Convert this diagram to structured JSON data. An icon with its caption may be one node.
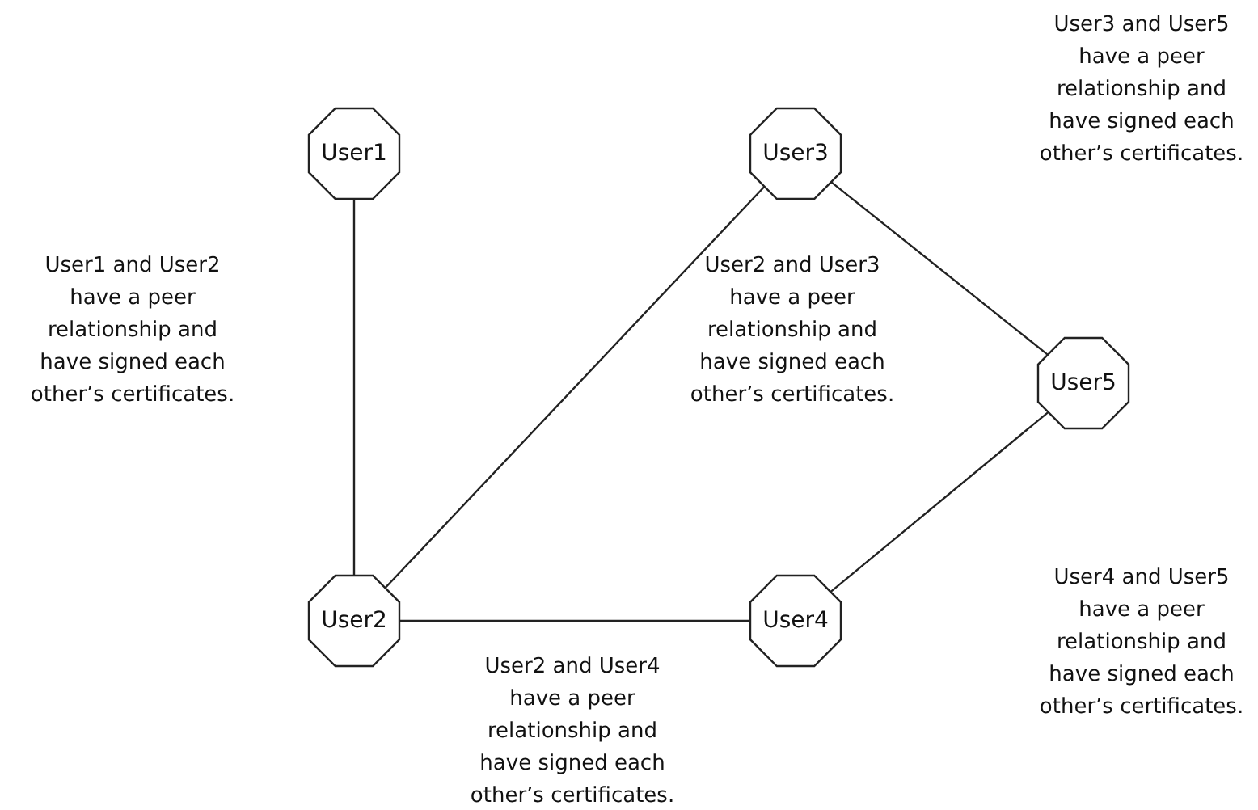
{
  "diagram": {
    "nodes": [
      {
        "text": [
          "User1"
        ]
      },
      {
        "text": [
          "User3"
        ]
      },
      {
        "text": [
          "User5"
        ]
      },
      {
        "text": [
          "User2"
        ]
      },
      {
        "text": [
          "User4"
        ]
      }
    ],
    "edges": [
      {
        "from": 0,
        "to": 3,
        "arrow": "none"
      },
      {
        "from": 3,
        "to": 1,
        "arrow": "none"
      },
      {
        "from": 1,
        "to": 2,
        "arrow": "none"
      },
      {
        "from": 3,
        "to": 4,
        "arrow": "none"
      },
      {
        "from": 4,
        "to": 2,
        "arrow": "none"
      }
    ],
    "labels": [
      "User3 and User5 have a peer relationship and have signed each other’s certificates.",
      "User1 and User2 have a peer relationship and have signed each other’s certificates.",
      "User2 and User3 have a peer relationship and have signed each other’s certificates.",
      "User4 and User5 have a peer relationship and have signed each other’s certificates.",
      "User2 and User4 have a peer relationship and have signed each other’s certificates."
    ]
  }
}
